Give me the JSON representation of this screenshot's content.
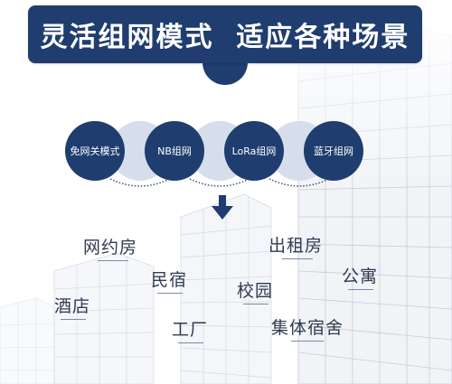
{
  "banner": {
    "title": "灵活组网模式  适应各种场景"
  },
  "modes": [
    {
      "label": "免网关模式"
    },
    {
      "label": "NB组网"
    },
    {
      "label": "LoRa组网"
    },
    {
      "label": "蓝牙组网"
    }
  ],
  "scenes": [
    {
      "label": "网约房"
    },
    {
      "label": "出租房"
    },
    {
      "label": "民宿"
    },
    {
      "label": "公寓"
    },
    {
      "label": "校园"
    },
    {
      "label": "酒店"
    },
    {
      "label": "工厂"
    },
    {
      "label": "集体宿舍"
    }
  ],
  "colors": {
    "primary": "#1f3d6f",
    "light_circle": "#d5deea",
    "scene_text": "#2f3b52",
    "background": "#ffffff"
  },
  "icons": {
    "arrow": "down-arrow-icon"
  }
}
